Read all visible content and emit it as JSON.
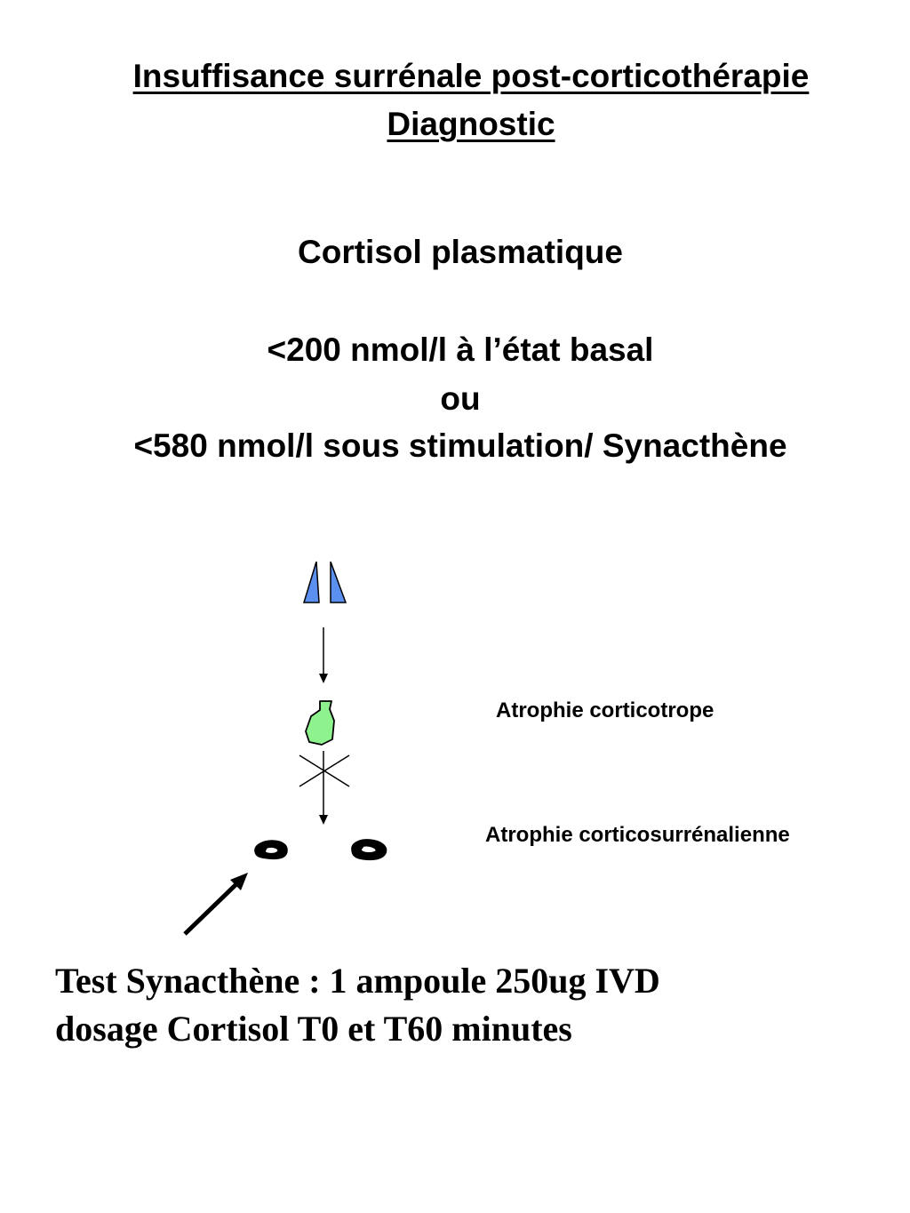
{
  "slide": {
    "title_line1": "Insuffisance surrénale post-corticothérapie",
    "title_line2": "Diagnostic",
    "subtitle": "Cortisol plasmatique",
    "criterion_basal": "<200 nmol/l à l’état basal",
    "criterion_or": "ou",
    "criterion_stim": "<580 nmol/l   sous stimulation/ Synacthène",
    "label_pituitary": "Atrophie corticotrope",
    "label_adrenal": "Atrophie corticosurrénalienne",
    "test_line1": "Test Synacthène : 1 ampoule 250ug IVD",
    "test_line2": "dosage Cortisol T0 et T60 minutes"
  },
  "colors": {
    "hypothalamus_fill": "#5b8ff0",
    "pituitary_fill": "#8ef28e",
    "stroke": "#000000"
  }
}
